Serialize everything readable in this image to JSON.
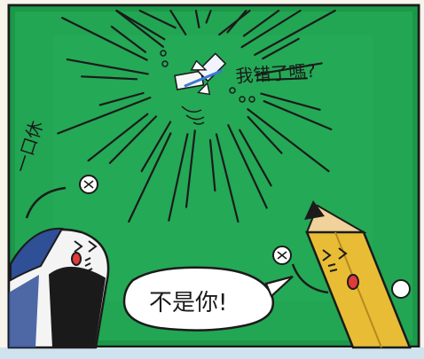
{
  "panel": {
    "sound_effect": "一口休",
    "question": "我错了嗎?",
    "speech_bubble": "不是你!"
  },
  "colors": {
    "chalkboard": "#22a653",
    "chalkboard_dark": "#168a40",
    "eraser_blue": "#2f4f96",
    "eraser_black": "#1a1a1a",
    "pencil_yellow": "#e8bd35",
    "pencil_wood": "#f0d29a",
    "line": "#1b1b1b",
    "paper": "#f7f4ec"
  }
}
